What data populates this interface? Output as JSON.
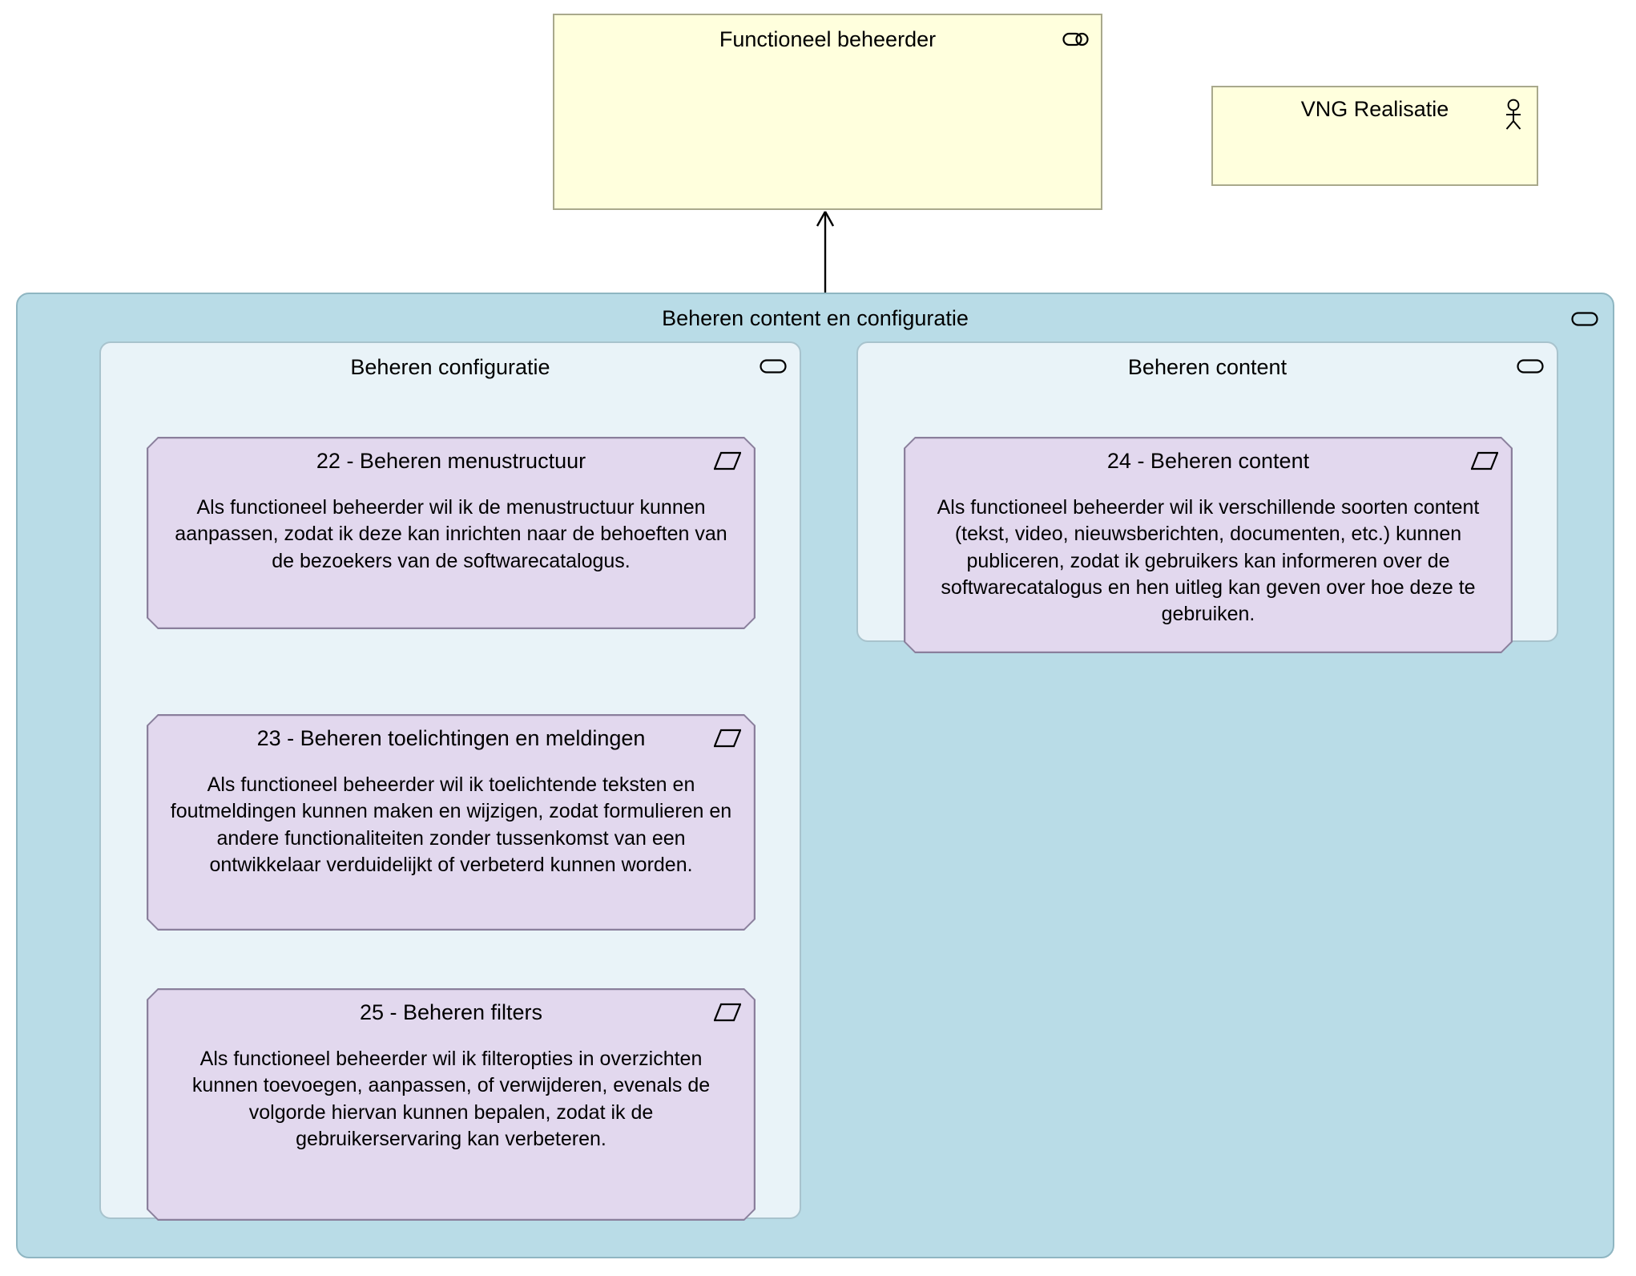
{
  "diagram": {
    "title": "Beheren content en configuratie",
    "colors": {
      "role_fill": "#ffffdd",
      "role_border": "#a9a98c",
      "group_fill": "#b9dce7",
      "group_border": "#8fb6c2",
      "subgroup_fill": "#e9f3f8",
      "subgroup_border": "#a8c3cd",
      "requirement_fill": "#e2d8ee",
      "requirement_border": "#8a7f9c",
      "connector": "#000000"
    }
  },
  "role": {
    "label": "Functioneel beheerder",
    "icon": "business-role-icon",
    "actor": {
      "label": "VNG Realisatie",
      "icon": "business-actor-icon"
    }
  },
  "connector": {
    "name": "realization-arrow",
    "from": "group-beheren-content-en-configuratie",
    "to": "role-functioneel-beheerder",
    "arrow": "open-arrowhead-up"
  },
  "group": {
    "label": "Beheren content en configuratie",
    "icon": "grouping-icon",
    "subgroups": [
      {
        "id": "beheren-configuratie",
        "label": "Beheren configuratie",
        "icon": "grouping-icon",
        "requirements": [
          {
            "id": "22",
            "title": "22 - Beheren menustructuur",
            "icon": "requirement-icon",
            "body": "Als functioneel beheerder wil ik de menustructuur kunnen aanpassen, zodat ik deze kan inrichten naar de behoeften van de bezoekers van de softwarecatalogus."
          },
          {
            "id": "23",
            "title": "23 - Beheren toelichtingen en meldingen",
            "icon": "requirement-icon",
            "body": "Als functioneel beheerder wil ik toelichtende teksten en foutmeldingen kunnen maken en wijzigen, zodat formulieren en andere functionaliteiten zonder tussenkomst van een ontwikkelaar verduidelijkt of verbeterd kunnen worden."
          },
          {
            "id": "25",
            "title": "25 - Beheren filters",
            "icon": "requirement-icon",
            "body": "Als functioneel beheerder wil ik filteropties in overzichten kunnen toevoegen, aanpassen, of verwijderen, evenals de volgorde hiervan kunnen bepalen, zodat ik de gebruikerservaring kan verbeteren."
          }
        ]
      },
      {
        "id": "beheren-content",
        "label": "Beheren content",
        "icon": "grouping-icon",
        "requirements": [
          {
            "id": "24",
            "title": "24 - Beheren content",
            "icon": "requirement-icon",
            "body": "Als functioneel beheerder wil ik verschillende soorten content (tekst, video, nieuwsberichten, documenten, etc.) kunnen publiceren, zodat ik gebruikers kan informeren over de softwarecatalogus en hen uitleg kan geven over hoe deze te gebruiken."
          }
        ]
      }
    ]
  }
}
